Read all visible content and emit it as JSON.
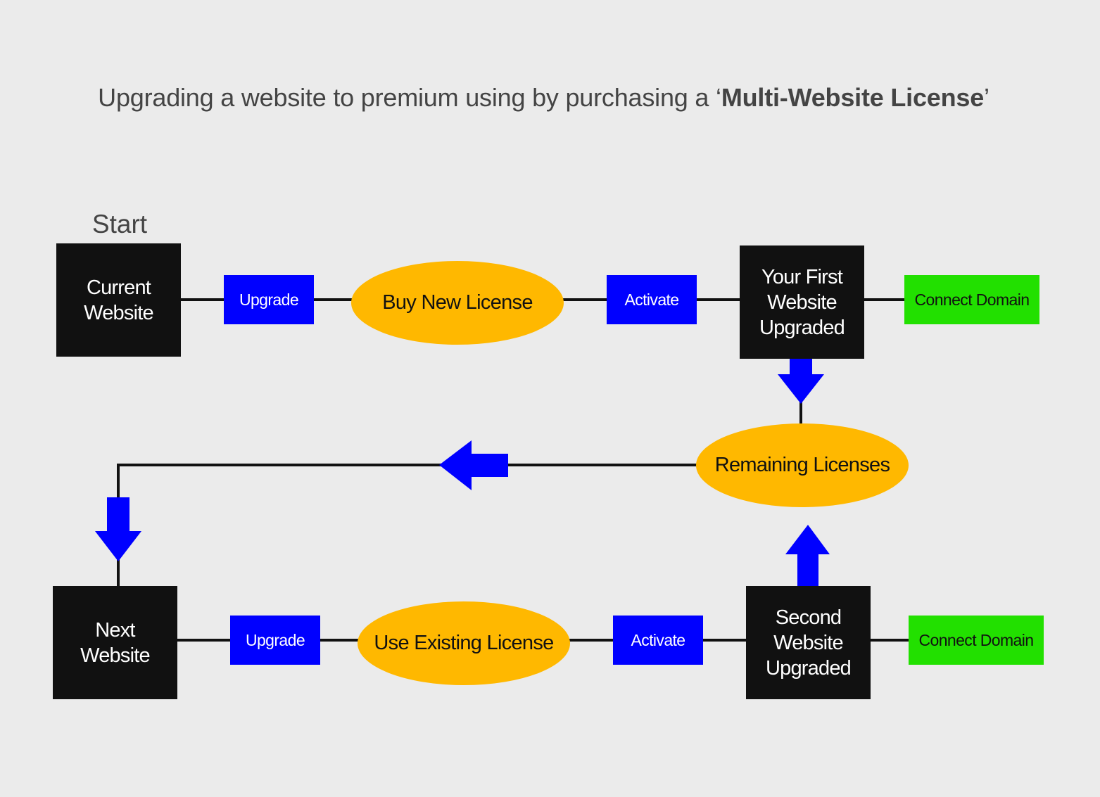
{
  "title": {
    "prefix": "Upgrading a website to premium using by purchasing a ‘",
    "emphasis": "Multi-Website License",
    "suffix": "’"
  },
  "start_label": "Start",
  "row1": {
    "current_website": "Current\nWebsite",
    "upgrade": "Upgrade",
    "buy_new_license": "Buy New License",
    "activate": "Activate",
    "first_upgraded": "Your First\nWebsite\nUpgraded",
    "connect_domain": "Connect Domain"
  },
  "remaining_licenses": "Remaining Licenses",
  "row2": {
    "next_website": "Next\nWebsite",
    "upgrade": "Upgrade",
    "use_existing_license": "Use Existing License",
    "activate": "Activate",
    "second_upgraded": "Second\nWebsite\nUpgraded",
    "connect_domain": "Connect Domain"
  },
  "colors": {
    "background": "#ebebeb",
    "node": "#111111",
    "action": "#0000ff",
    "license": "#ffb800",
    "domain": "#22e000",
    "arrow": "#0000ff"
  }
}
